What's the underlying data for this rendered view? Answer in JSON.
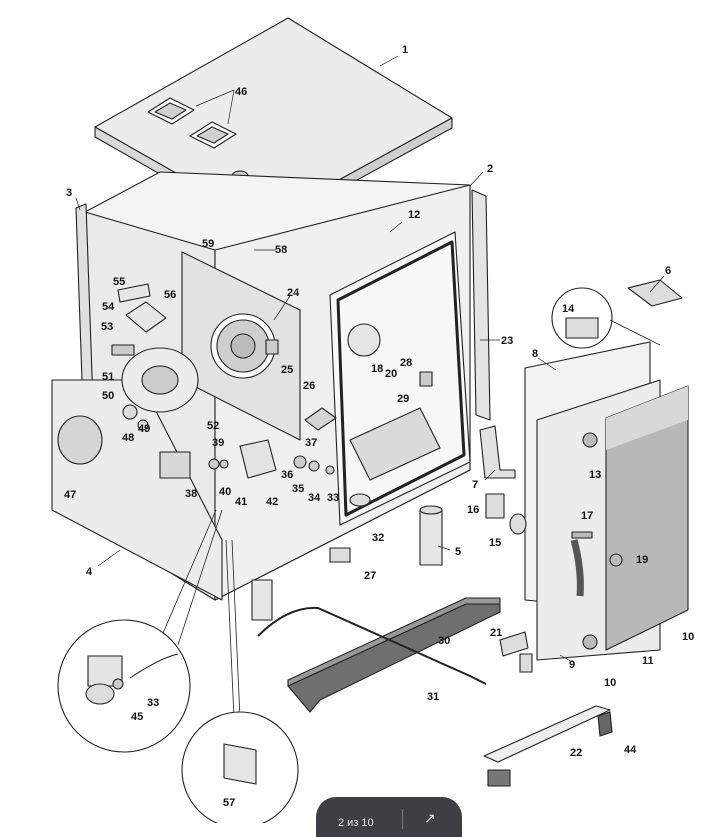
{
  "diagram": {
    "labels": [
      "1",
      "2",
      "3",
      "4",
      "5",
      "6",
      "7",
      "8",
      "9",
      "10",
      "10",
      "11",
      "12",
      "13",
      "14",
      "15",
      "16",
      "17",
      "18",
      "19",
      "20",
      "21",
      "22",
      "23",
      "24",
      "25",
      "26",
      "27",
      "28",
      "29",
      "30",
      "31",
      "32",
      "33",
      "33",
      "34",
      "35",
      "36",
      "37",
      "38",
      "39",
      "40",
      "41",
      "42",
      "44",
      "45",
      "46",
      "47",
      "48",
      "49",
      "50",
      "51",
      "52",
      "53",
      "54",
      "55",
      "56",
      "57",
      "58",
      "59"
    ]
  },
  "viewer": {
    "page_indicator": "2 из 10",
    "expand_icon": "arrow-up-right-icon"
  }
}
